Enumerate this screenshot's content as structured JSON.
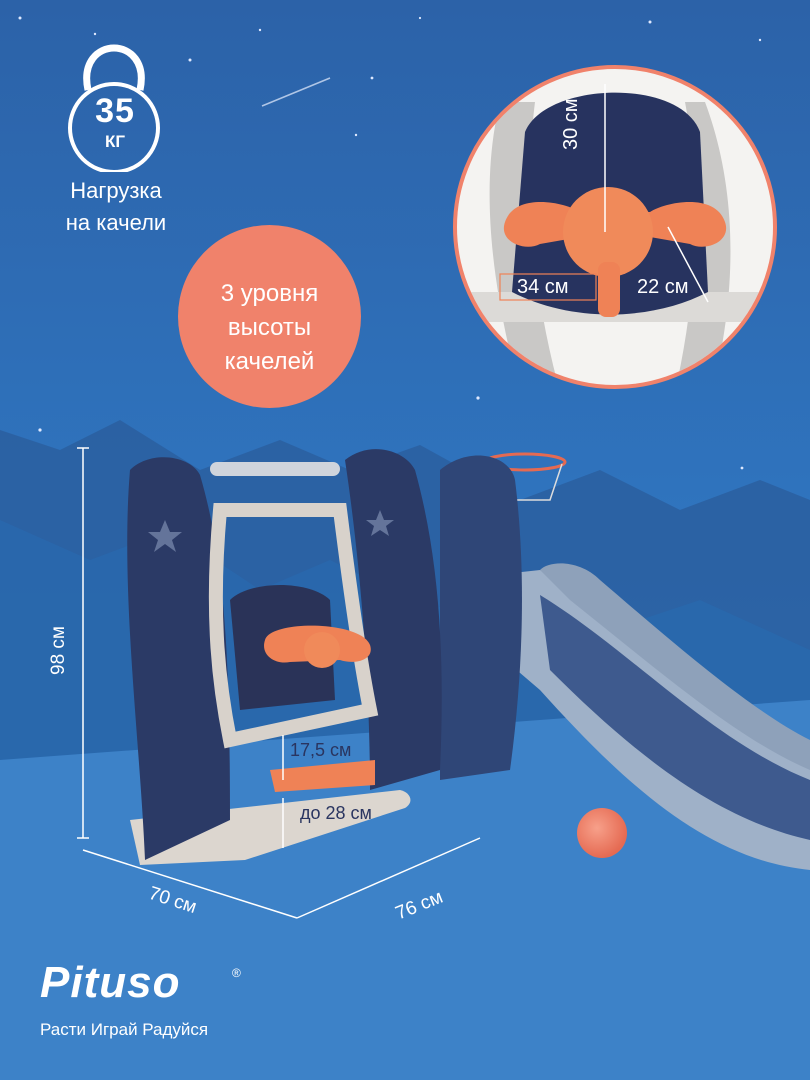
{
  "weight_badge": {
    "value": "35",
    "unit": "КГ",
    "icon": "kettlebell-icon"
  },
  "load_label": {
    "line1": "Нагрузка",
    "line2": "на качели"
  },
  "height_levels": {
    "line1": "3 уровня",
    "line2": "высоты",
    "line3": "качелей"
  },
  "seat_detail": {
    "back_height": "30 см",
    "seat_width": "34 см",
    "seat_depth": "22 см"
  },
  "dimensions": {
    "height": "98 см",
    "seat_gap": "17,5 см",
    "seat_ground": "до 28 см",
    "depth": "70 см",
    "width": "76 см"
  },
  "brand": {
    "name": "Pituso",
    "registered": "®",
    "slogan": "Расти Играй Радуйся"
  },
  "colors": {
    "sky": "#2f6db0",
    "navy": "#2b3a66",
    "orange": "#f0826b",
    "grey": "#9fb1c8"
  }
}
